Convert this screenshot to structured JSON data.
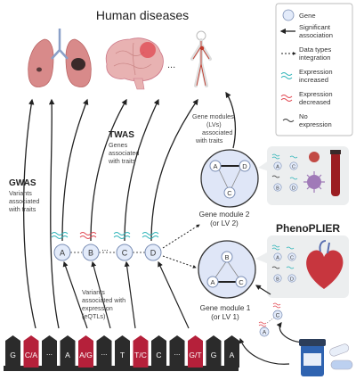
{
  "title": "Human diseases",
  "ellipsis": "...",
  "gwas": {
    "heading": "GWAS",
    "lines": [
      "Variants",
      "associated",
      "with traits"
    ]
  },
  "twas": {
    "heading": "TWAS",
    "lines": [
      "Genes",
      "associated",
      "with traits"
    ]
  },
  "eqtl": {
    "lines": [
      "Variants",
      "associated with",
      "expression",
      "(eQTLs)"
    ]
  },
  "lv_assoc": {
    "lines": [
      "Gene modules",
      "(LVs)",
      "associated",
      "with traits"
    ]
  },
  "module2": {
    "lines": [
      "Gene module 2",
      "(or LV 2)"
    ],
    "nodes": [
      "A",
      "D",
      "C"
    ]
  },
  "module1": {
    "lines": [
      "Gene module 1",
      "(or LV 1)"
    ],
    "nodes": [
      "B",
      "A",
      "C"
    ]
  },
  "genes": [
    "A",
    "B",
    "C",
    "D"
  ],
  "genes_ellipsis": "...",
  "drug_genes": [
    "C",
    "A"
  ],
  "brand": "PhenoPLIER",
  "snps": [
    "G",
    "C/A",
    "...",
    "A",
    "A/G",
    "...",
    "T",
    "T/C",
    "C",
    "...",
    "G/T",
    "G",
    "A"
  ],
  "legend": {
    "gene": "Gene",
    "significant": [
      "Significant",
      "association"
    ],
    "integration": [
      "Data types",
      "integration"
    ],
    "increased": [
      "Expression",
      "increased"
    ],
    "decreased": [
      "Expression",
      "decreased"
    ],
    "none": [
      "No",
      "expression"
    ]
  },
  "callout_letters": [
    "A",
    "B",
    "C",
    "D"
  ],
  "colors": {
    "accent_red": "#b5203a",
    "snp_dark": "#2b2b2b",
    "gene_fill": "#e3ebfa",
    "gene_stroke": "#7c8fb5",
    "module_fill": "#dfe6f7",
    "wave_blue": "#2bb3b7",
    "wave_red": "#e0454f",
    "lung": "#d88a8a",
    "brain": "#e8b2b2",
    "panel": "#eceeef"
  }
}
